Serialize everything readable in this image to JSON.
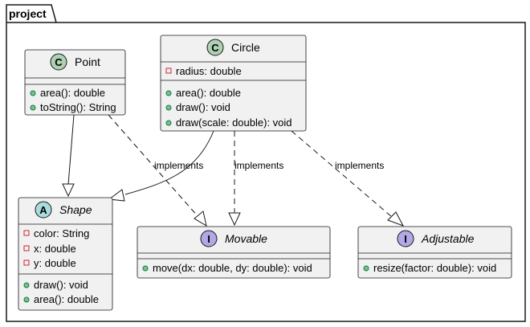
{
  "package": {
    "name": "project"
  },
  "classes": {
    "point": {
      "kind_letter": "C",
      "name": "Point",
      "attributes": [],
      "methods": [
        "area(): double",
        "toString(): String"
      ]
    },
    "circle": {
      "kind_letter": "C",
      "name": "Circle",
      "attributes": [
        "radius: double"
      ],
      "methods": [
        "area(): double",
        "draw(): void",
        "draw(scale: double): void"
      ]
    },
    "shape": {
      "kind_letter": "A",
      "name": "Shape",
      "attributes": [
        "color: String",
        "x: double",
        "y: double"
      ],
      "methods": [
        "draw(): void",
        "area(): double"
      ]
    },
    "movable": {
      "kind_letter": "I",
      "name": "Movable",
      "attributes": [],
      "methods": [
        "move(dx: double, dy: double): void"
      ]
    },
    "adjustable": {
      "kind_letter": "I",
      "name": "Adjustable",
      "attributes": [],
      "methods": [
        "resize(factor: double): void"
      ]
    }
  },
  "relations": [
    {
      "type": "extends",
      "from": "Point",
      "to": "Shape",
      "label": ""
    },
    {
      "type": "extends",
      "from": "Circle",
      "to": "Shape",
      "label": ""
    },
    {
      "type": "implements",
      "from": "Point",
      "to": "Movable",
      "label": "implements"
    },
    {
      "type": "implements",
      "from": "Circle",
      "to": "Movable",
      "label": "implements"
    },
    {
      "type": "implements",
      "from": "Circle",
      "to": "Adjustable",
      "label": "implements"
    }
  ],
  "colors": {
    "class_fill": "#f1f1f1",
    "border": "#181818",
    "class_badge": "#add1b2",
    "abstract_badge": "#a9dcdf",
    "interface_badge": "#b4a7e5",
    "private_marker": "#c82930",
    "public_marker": "#84be84",
    "public_marker_stroke": "#038048"
  }
}
